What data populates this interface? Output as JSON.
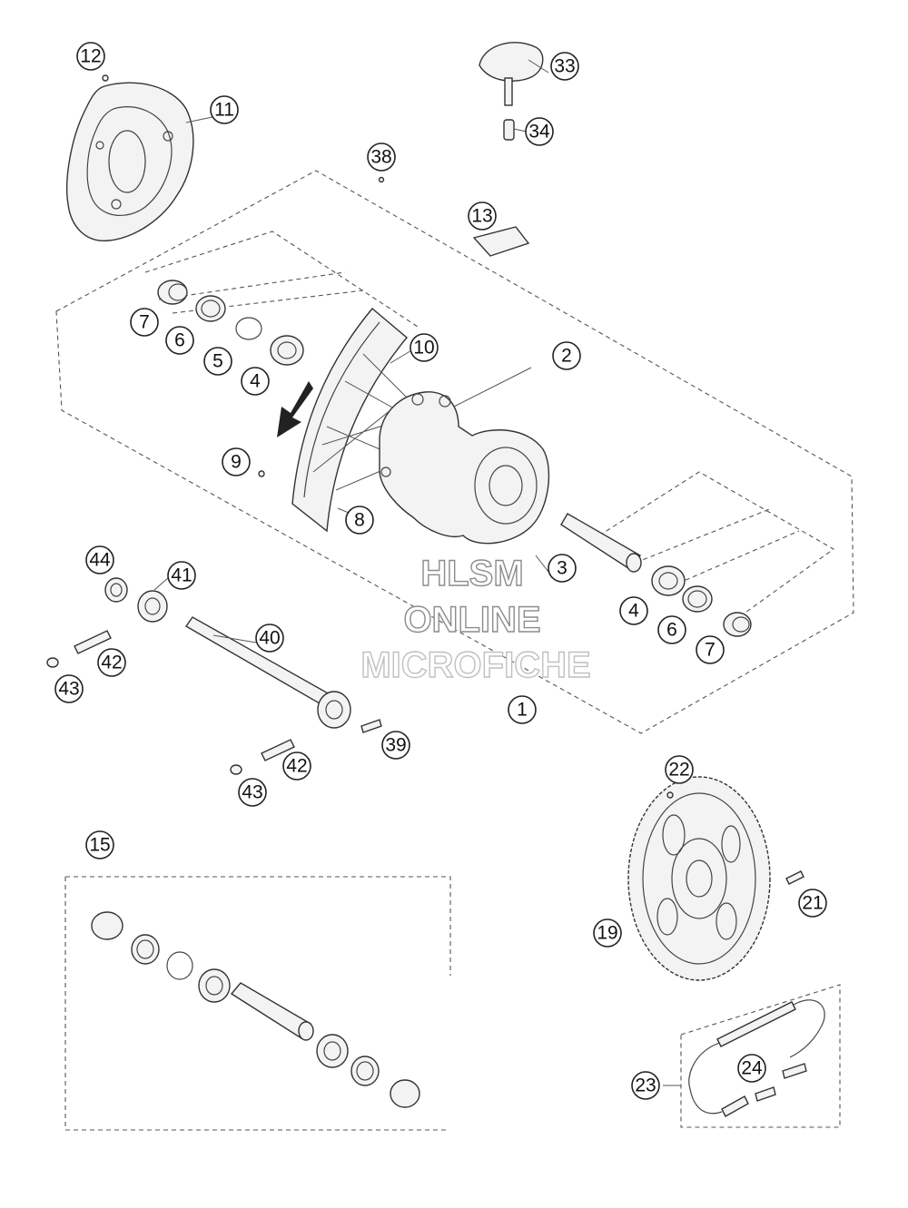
{
  "diagram": {
    "watermark": [
      "HLSM",
      "ONLINE",
      "MICROFICHE"
    ],
    "callouts": [
      {
        "id": "c12",
        "label": "12"
      },
      {
        "id": "c11",
        "label": "11"
      },
      {
        "id": "c33",
        "label": "33"
      },
      {
        "id": "c34",
        "label": "34"
      },
      {
        "id": "c38",
        "label": "38"
      },
      {
        "id": "c13",
        "label": "13"
      },
      {
        "id": "c7a",
        "label": "7"
      },
      {
        "id": "c6a",
        "label": "6"
      },
      {
        "id": "c5",
        "label": "5"
      },
      {
        "id": "c4a",
        "label": "4"
      },
      {
        "id": "c10",
        "label": "10"
      },
      {
        "id": "c2",
        "label": "2"
      },
      {
        "id": "c9",
        "label": "9"
      },
      {
        "id": "c8",
        "label": "8"
      },
      {
        "id": "c3",
        "label": "3"
      },
      {
        "id": "c4b",
        "label": "4"
      },
      {
        "id": "c6b",
        "label": "6"
      },
      {
        "id": "c7b",
        "label": "7"
      },
      {
        "id": "c1",
        "label": "1"
      },
      {
        "id": "c44",
        "label": "44"
      },
      {
        "id": "c41",
        "label": "41"
      },
      {
        "id": "c40",
        "label": "40"
      },
      {
        "id": "c42a",
        "label": "42"
      },
      {
        "id": "c43a",
        "label": "43"
      },
      {
        "id": "c39",
        "label": "39"
      },
      {
        "id": "c42b",
        "label": "42"
      },
      {
        "id": "c43b",
        "label": "43"
      },
      {
        "id": "c15",
        "label": "15"
      },
      {
        "id": "c22",
        "label": "22"
      },
      {
        "id": "c21",
        "label": "21"
      },
      {
        "id": "c19",
        "label": "19"
      },
      {
        "id": "c24",
        "label": "24"
      },
      {
        "id": "c23",
        "label": "23"
      }
    ]
  }
}
